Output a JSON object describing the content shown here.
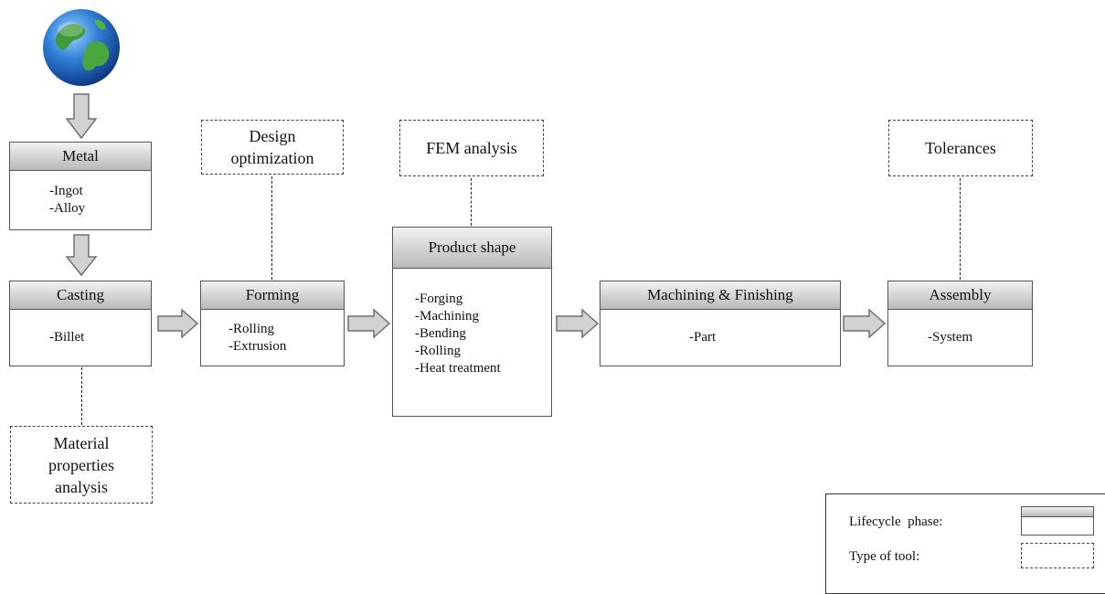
{
  "phases": {
    "metal": {
      "title": "Metal",
      "items": [
        "-Ingot",
        "-Alloy"
      ]
    },
    "casting": {
      "title": "Casting",
      "items": [
        "-Billet"
      ]
    },
    "forming": {
      "title": "Forming",
      "items": [
        "-Rolling",
        "-Extrusion"
      ]
    },
    "product_shape": {
      "title": "Product shape",
      "items": [
        "-Forging",
        "-Machining",
        "-Bending",
        "-Rolling",
        "-Heat treatment"
      ]
    },
    "machining": {
      "title": "Machining & Finishing",
      "items": [
        "-Part"
      ]
    },
    "assembly": {
      "title": "Assembly",
      "items": [
        "-System"
      ]
    }
  },
  "tools": {
    "design_optimization": [
      "Design",
      "optimization"
    ],
    "fem_analysis": [
      "FEM analysis"
    ],
    "tolerances": [
      "Tolerances"
    ],
    "material_properties": [
      "Material",
      "properties",
      "analysis"
    ]
  },
  "legend": {
    "phase_label": "Lifecycle  phase:",
    "tool_label": "Type of tool:"
  },
  "icons": {
    "origin": "globe-icon",
    "flow": "block-arrow-icon"
  },
  "colors": {
    "phase_header_top": "#f2f2f2",
    "phase_header_bottom": "#b9b9b9",
    "outline": "#555555"
  }
}
